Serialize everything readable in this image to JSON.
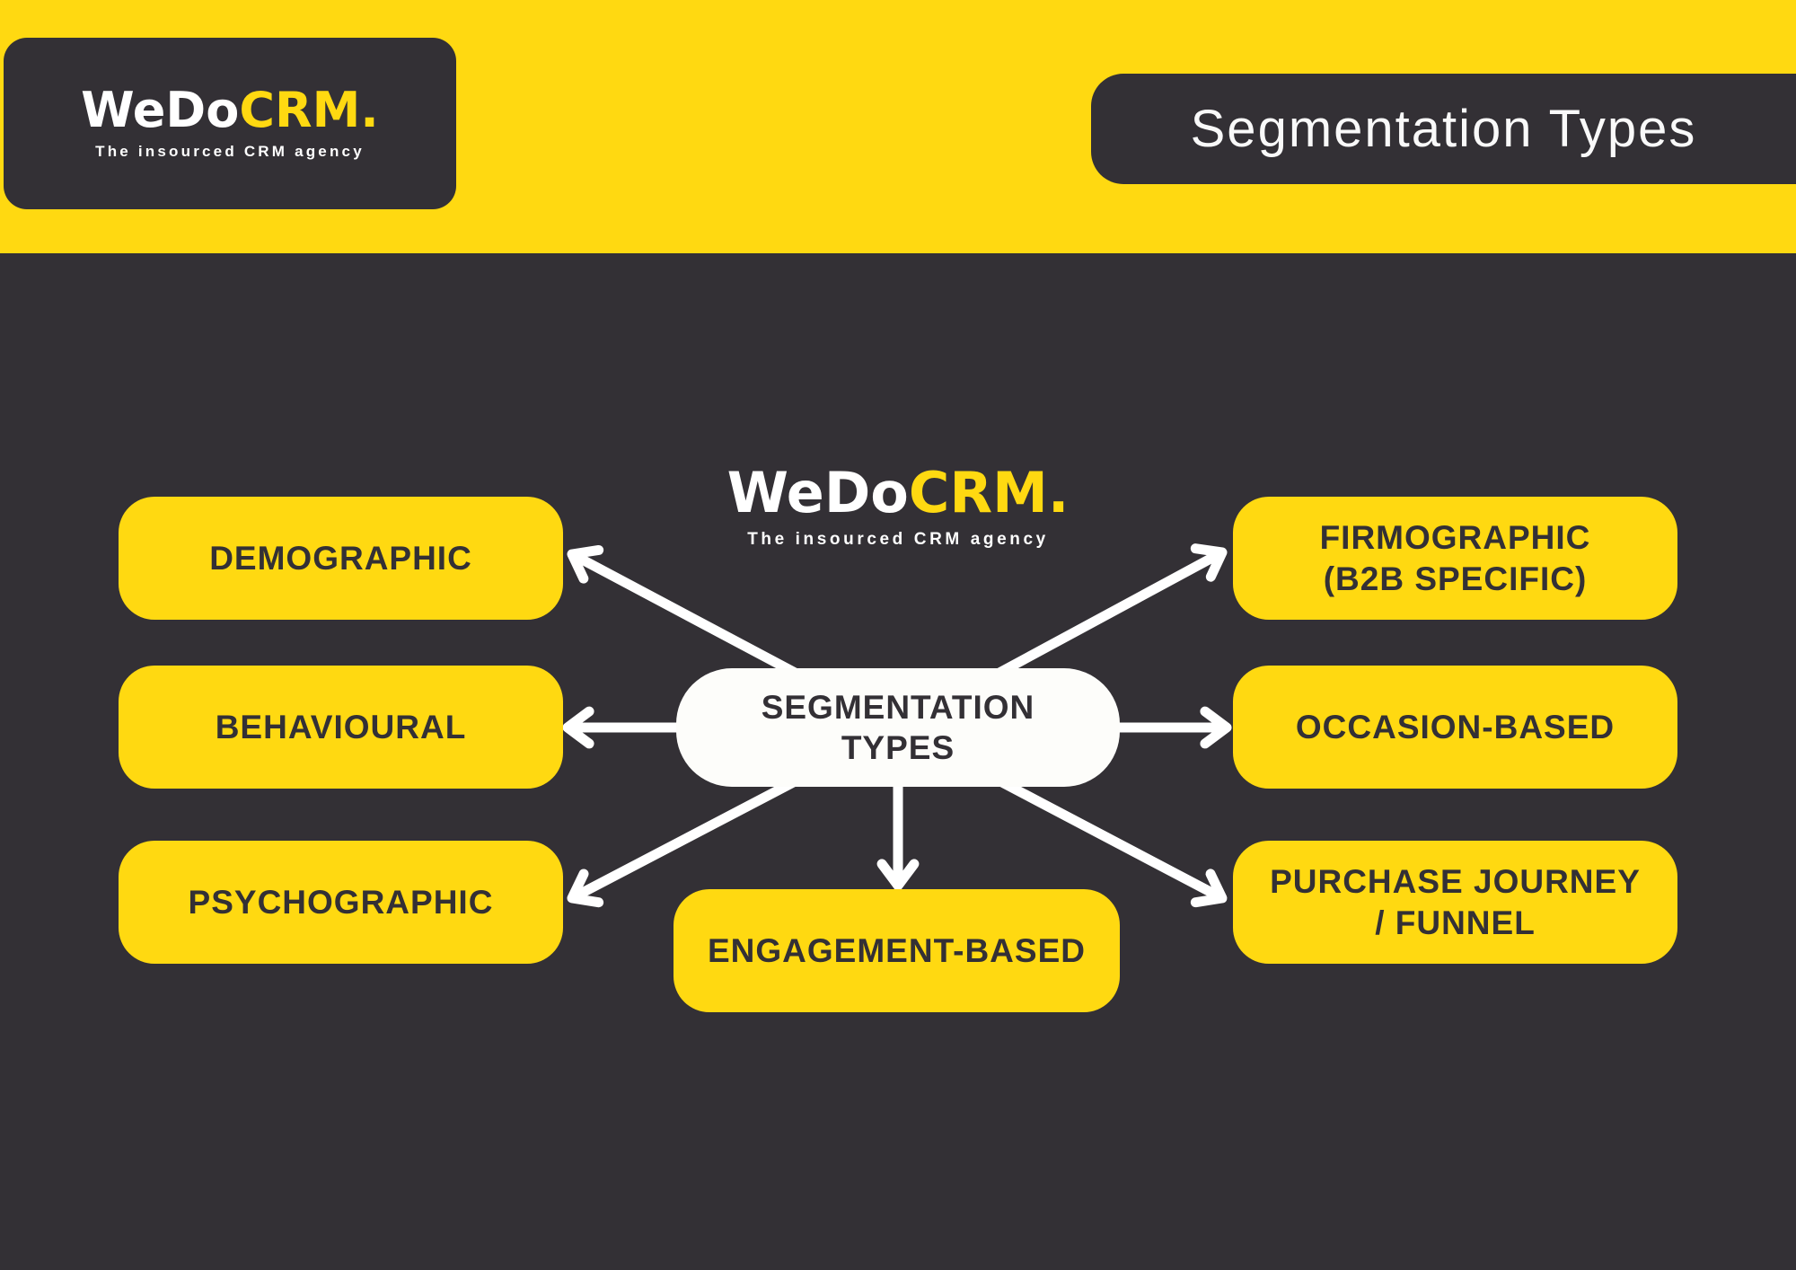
{
  "colors": {
    "yellow": "#FFD911",
    "dark": "#333035",
    "white": "#FFFFFF",
    "node_text": "#333035"
  },
  "brand": {
    "name_left": "WeDo",
    "name_right": "CRM.",
    "tagline": "The insourced CRM agency"
  },
  "header": {
    "title": "Segmentation Types"
  },
  "diagram": {
    "center": {
      "label": "SEGMENTATION\nTYPES"
    },
    "nodes": [
      {
        "id": "demographic",
        "label": "DEMOGRAPHIC",
        "side": "left"
      },
      {
        "id": "behavioural",
        "label": "BEHAVIOURAL",
        "side": "left"
      },
      {
        "id": "psychographic",
        "label": "PSYCHOGRAPHIC",
        "side": "left"
      },
      {
        "id": "firmographic-b2b",
        "label": "FIRMOGRAPHIC\n(B2B SPECIFIC)",
        "side": "right"
      },
      {
        "id": "occasion-based",
        "label": "OCCASION-BASED",
        "side": "right"
      },
      {
        "id": "purchase-journey-funnel",
        "label": "PURCHASE JOURNEY\n/ FUNNEL",
        "side": "right"
      },
      {
        "id": "engagement-based",
        "label": "ENGAGEMENT-BASED",
        "side": "bottom"
      }
    ]
  }
}
